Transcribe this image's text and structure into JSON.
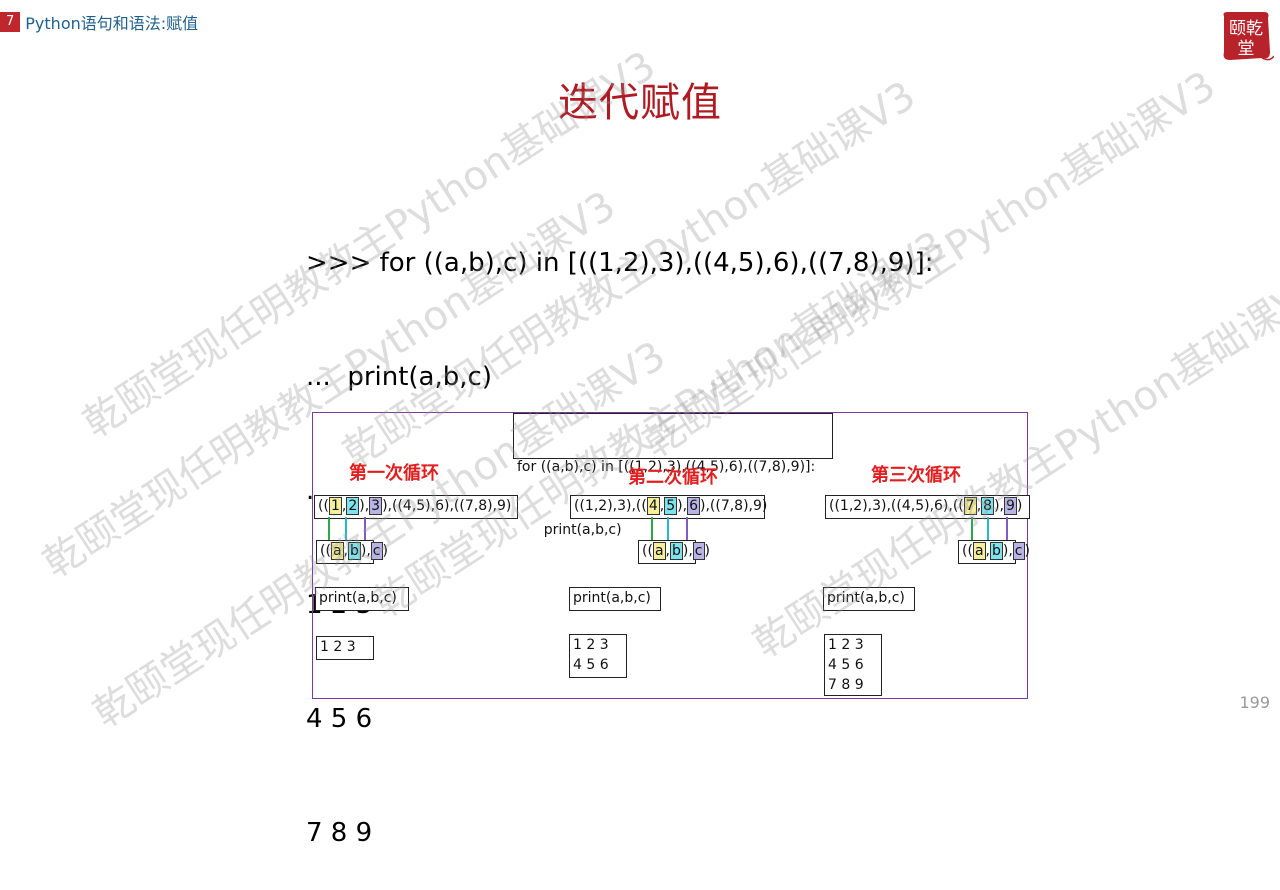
{
  "header": {
    "section_number": "7",
    "section_title": "Python语句和语法:赋值"
  },
  "logo": {
    "text_top": "颐乾",
    "text_bottom": "堂"
  },
  "slide_title": "迭代赋值",
  "code_lines": [
    ">>> for ((a,b),c) in [((1,2),3),((4,5),6),((7,8),9)]:",
    "...  print(a,b,c)",
    "...",
    "1 2 3",
    "4 5 6",
    "7 8 9"
  ],
  "diagram": {
    "loop_code": [
      "for ((a,b),c) in [((1,2),3),((4,5),6),((7,8),9)]:",
      "      print(a,b,c)"
    ],
    "loops": [
      {
        "label": "第一次循环",
        "seq_pre": "((",
        "v1": "1",
        "sep1": ",",
        "v2": "2",
        "sep2": "),",
        "v3": "3",
        "seq_post": "),((4,5),6),((7,8),9)",
        "print": "print(a,b,c)",
        "output": [
          "1 2 3"
        ]
      },
      {
        "label": "第二次循环",
        "seq_pre": "((1,2),3),((",
        "v1": "4",
        "sep1": ",",
        "v2": "5",
        "sep2": "),",
        "v3": "6",
        "seq_post": "),((7,8),9)",
        "print": "print(a,b,c)",
        "output": [
          "1 2 3",
          "4 5 6"
        ]
      },
      {
        "label": "第三次循环",
        "seq_pre": "((1,2),3),((4,5),6),((",
        "v1": "7",
        "sep1": ",",
        "v2": "8",
        "sep2": "),",
        "v3": "9",
        "seq_post": ")",
        "print": "print(a,b,c)",
        "output": [
          "1 2 3",
          "4 5 6",
          "7 8 9"
        ]
      }
    ],
    "target": {
      "open": "((",
      "a": "a",
      "comma1": ",",
      "b": "b",
      "close1": "),",
      "c": "c",
      "close2": ")"
    }
  },
  "watermark": "乾颐堂现任明教教主Python基础课V3",
  "page_number": "199",
  "colors": {
    "accent_red": "#b01a22",
    "link_blue": "#1f5f8b",
    "highlight_yellow": "#f5ee9a",
    "highlight_cyan": "#7fe3ee",
    "highlight_violet": "#b9b4e6"
  }
}
